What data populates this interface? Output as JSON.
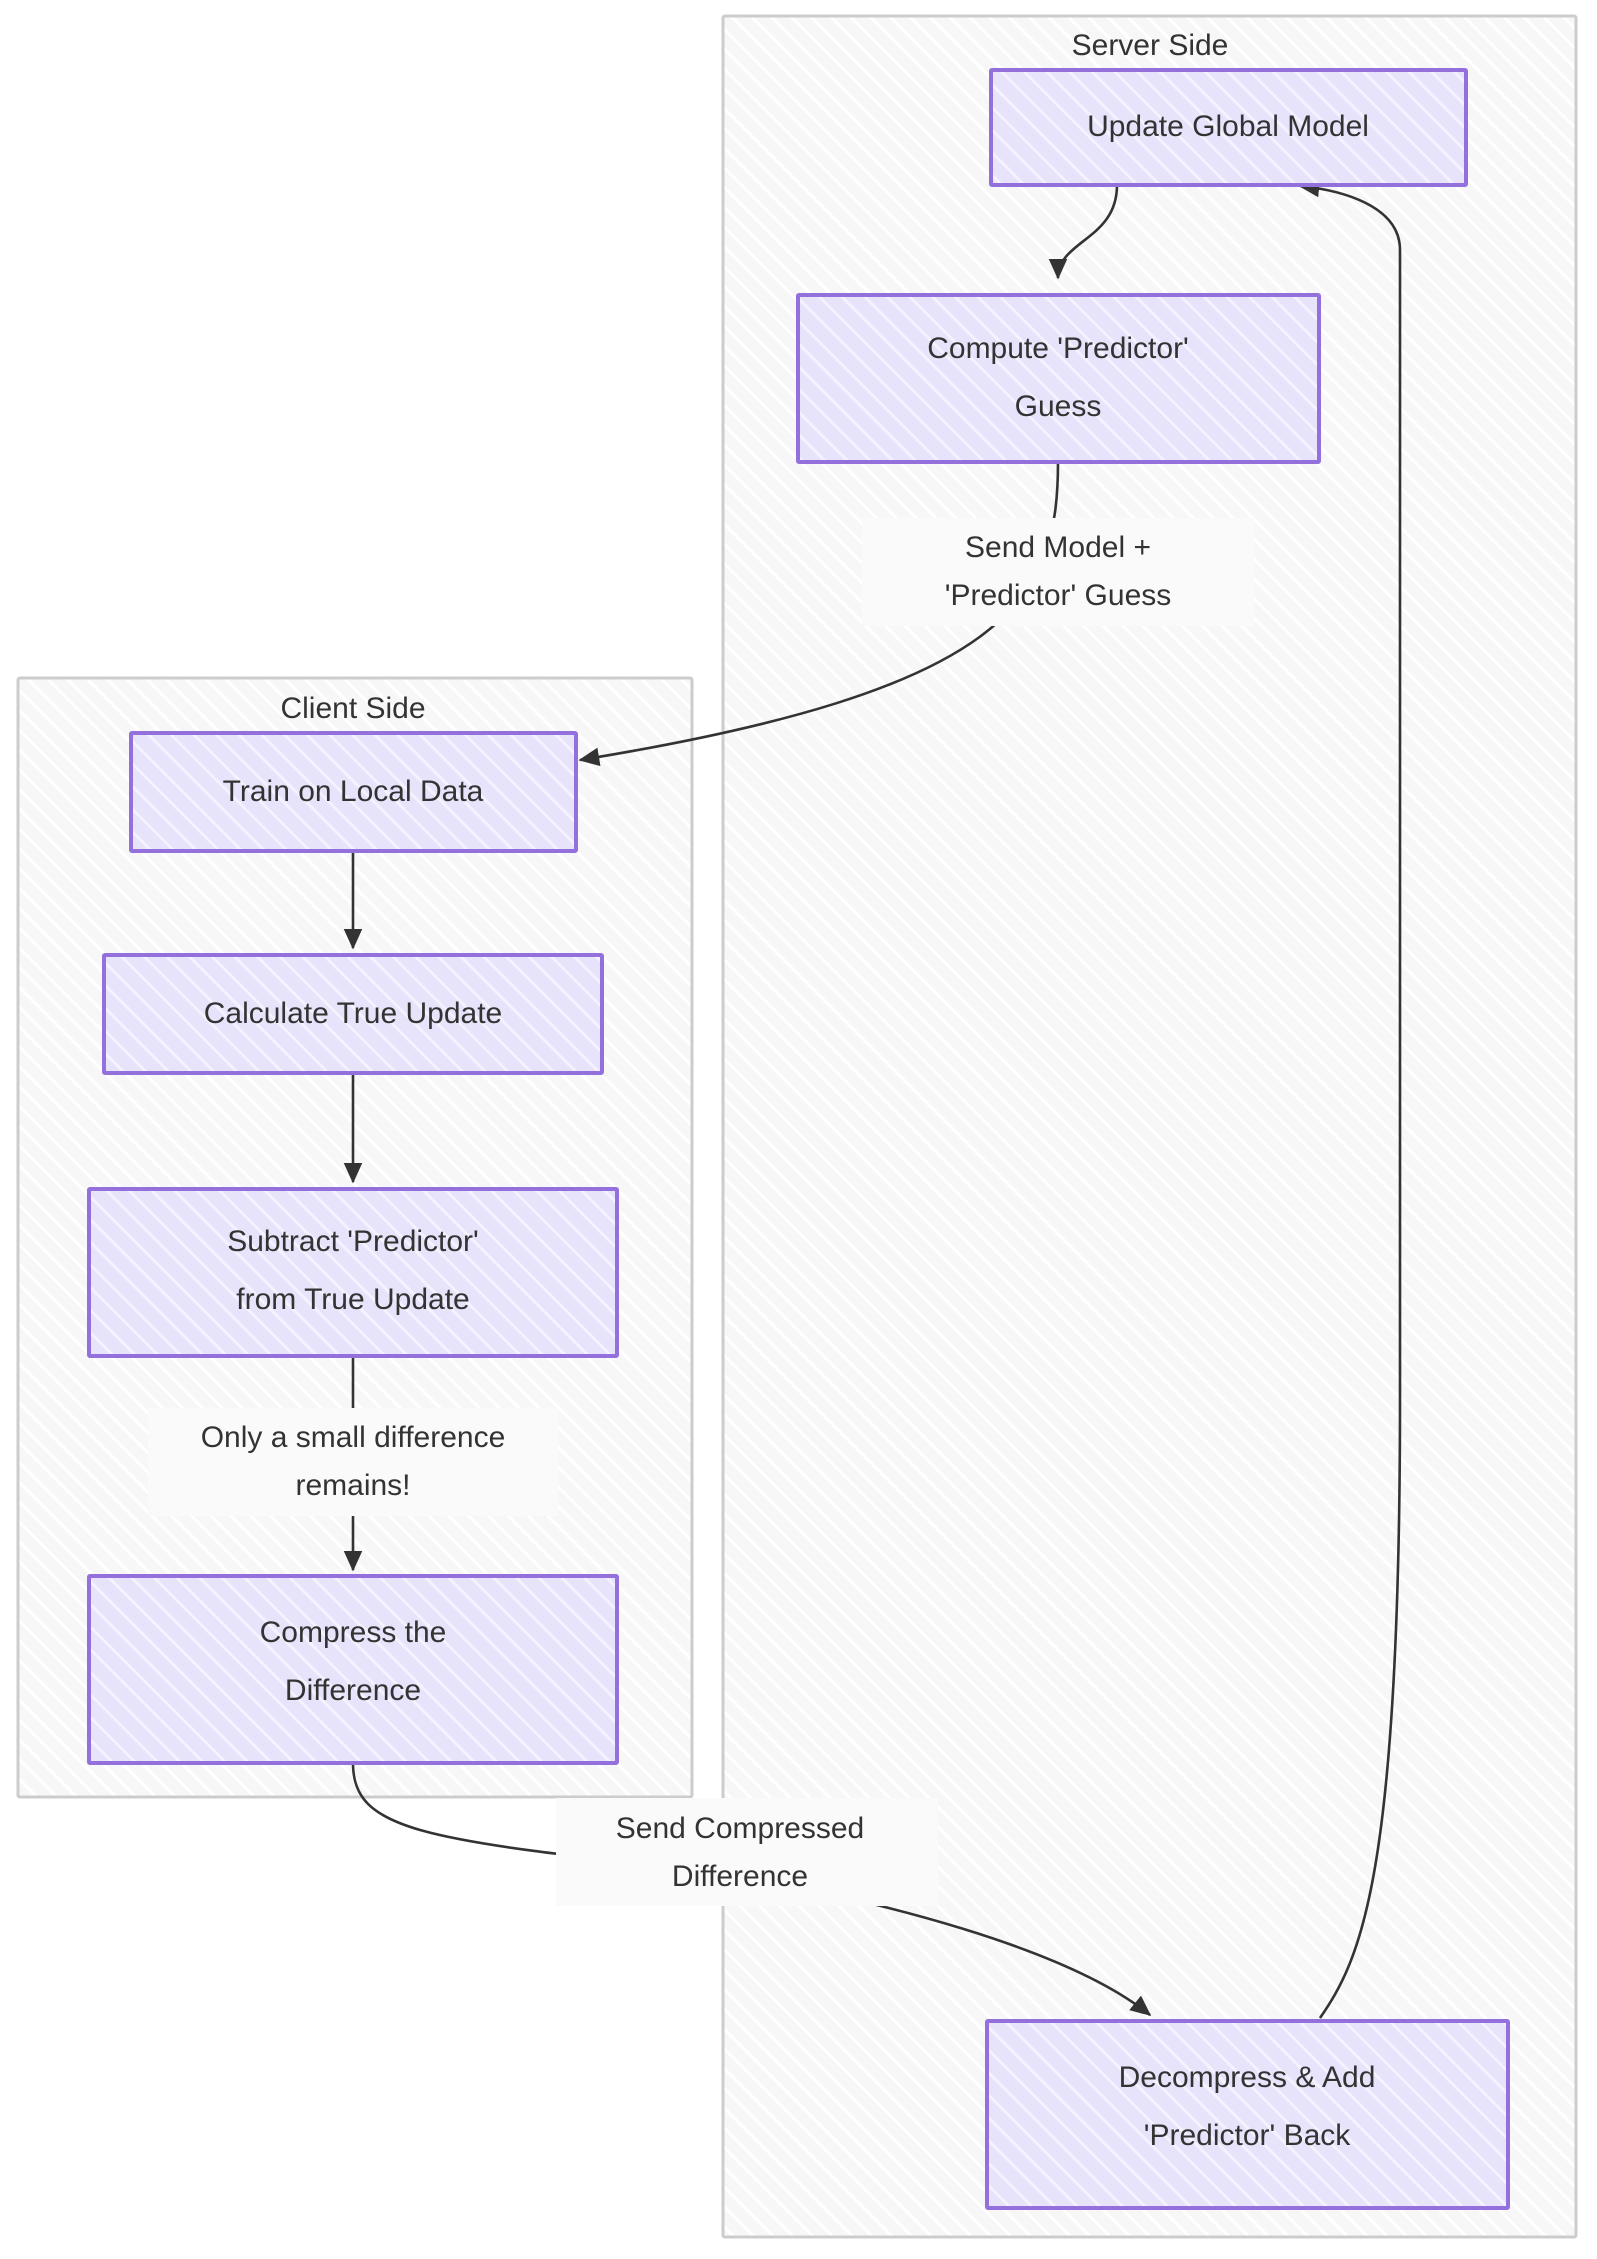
{
  "diagram": {
    "type": "flowchart",
    "direction": "top-to-bottom",
    "background_color": "#ffffff",
    "node_fill_color": "#e6e3fa",
    "node_border_color": "#9370db",
    "cluster_fill_color": "#f8f8f8",
    "cluster_border_color": "#cccccc",
    "edge_color": "#333333",
    "text_color": "#333333"
  },
  "clusters": [
    {
      "id": "server",
      "title": "Server Side"
    },
    {
      "id": "client",
      "title": "Client Side"
    }
  ],
  "nodes": [
    {
      "id": "update-global-model",
      "cluster": "server",
      "lines": [
        "Update Global Model"
      ]
    },
    {
      "id": "compute-predictor-guess",
      "cluster": "server",
      "lines": [
        "Compute 'Predictor'",
        "Guess"
      ]
    },
    {
      "id": "train-on-local-data",
      "cluster": "client",
      "lines": [
        "Train on Local Data"
      ]
    },
    {
      "id": "calculate-true-update",
      "cluster": "client",
      "lines": [
        "Calculate True Update"
      ]
    },
    {
      "id": "subtract-predictor",
      "cluster": "client",
      "lines": [
        "Subtract 'Predictor'",
        "from True Update"
      ]
    },
    {
      "id": "compress-the-difference",
      "cluster": "client",
      "lines": [
        "Compress the",
        "Difference"
      ]
    },
    {
      "id": "decompress-add-predictor-back",
      "cluster": "server",
      "lines": [
        "Decompress & Add",
        "'Predictor' Back"
      ]
    }
  ],
  "edges": [
    {
      "id": "edge-update-to-compute",
      "from": "update-global-model",
      "to": "compute-predictor-guess",
      "label_lines": []
    },
    {
      "id": "edge-compute-to-train",
      "from": "compute-predictor-guess",
      "to": "train-on-local-data",
      "label_lines": [
        "Send Model +",
        "'Predictor' Guess"
      ]
    },
    {
      "id": "edge-train-to-calculate",
      "from": "train-on-local-data",
      "to": "calculate-true-update",
      "label_lines": []
    },
    {
      "id": "edge-calculate-to-subtract",
      "from": "calculate-true-update",
      "to": "subtract-predictor",
      "label_lines": []
    },
    {
      "id": "edge-subtract-to-compress",
      "from": "subtract-predictor",
      "to": "compress-the-difference",
      "label_lines": [
        "Only a small difference",
        "remains!"
      ]
    },
    {
      "id": "edge-compress-to-decompress",
      "from": "compress-the-difference",
      "to": "decompress-add-predictor-back",
      "label_lines": [
        "Send Compressed",
        "Difference"
      ]
    },
    {
      "id": "edge-decompress-to-update",
      "from": "decompress-add-predictor-back",
      "to": "update-global-model",
      "label_lines": []
    }
  ],
  "labels": {
    "server_cluster_title": "Server Side",
    "client_cluster_title": "Client Side",
    "node_update_global_model_l1": "Update Global Model",
    "node_compute_predictor_l1": "Compute 'Predictor'",
    "node_compute_predictor_l2": "Guess",
    "node_train_local_l1": "Train on Local Data",
    "node_calculate_true_l1": "Calculate True Update",
    "node_subtract_l1": "Subtract 'Predictor'",
    "node_subtract_l2": "from True Update",
    "node_compress_l1": "Compress the",
    "node_compress_l2": "Difference",
    "node_decompress_l1": "Decompress & Add",
    "node_decompress_l2": "'Predictor' Back",
    "edge_send_model_l1": "Send Model +",
    "edge_send_model_l2": "'Predictor' Guess",
    "edge_small_diff_l1": "Only a small difference",
    "edge_small_diff_l2": "remains!",
    "edge_send_compressed_l1": "Send Compressed",
    "edge_send_compressed_l2": "Difference"
  }
}
